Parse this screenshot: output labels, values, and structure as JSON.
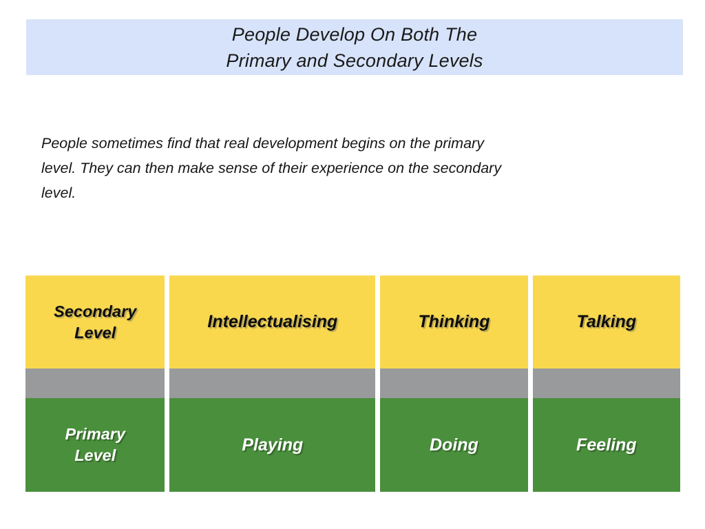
{
  "slide": {
    "title": {
      "line1": "People Develop On Both The",
      "line2": "Primary and Secondary Levels",
      "background_color": "#d7e3fa",
      "text_color": "#1a1a1a"
    },
    "body": {
      "line1": "People sometimes find that real development begins on the primary",
      "line2": "level. They can then make sense of their experience on the secondary",
      "line3": "level.",
      "full_text": "People sometimes find that real development begins on the primary level. They can then make sense of their experience on the secondary level."
    },
    "matrix": {
      "colors": {
        "secondary_row": "#f9d84e",
        "divider_row": "#989a9b",
        "primary_row": "#4a8f3c",
        "gap": "#ffffff"
      },
      "rows": [
        {
          "name": "secondary",
          "header": "Secondary\nLevel",
          "cells": [
            "Intellectualising",
            "Thinking",
            "Talking"
          ]
        },
        {
          "name": "divider",
          "header": "",
          "cells": [
            "",
            "",
            ""
          ]
        },
        {
          "name": "primary",
          "header": "Primary\nLevel",
          "cells": [
            "Playing",
            "Doing",
            "Feeling"
          ]
        }
      ]
    }
  }
}
